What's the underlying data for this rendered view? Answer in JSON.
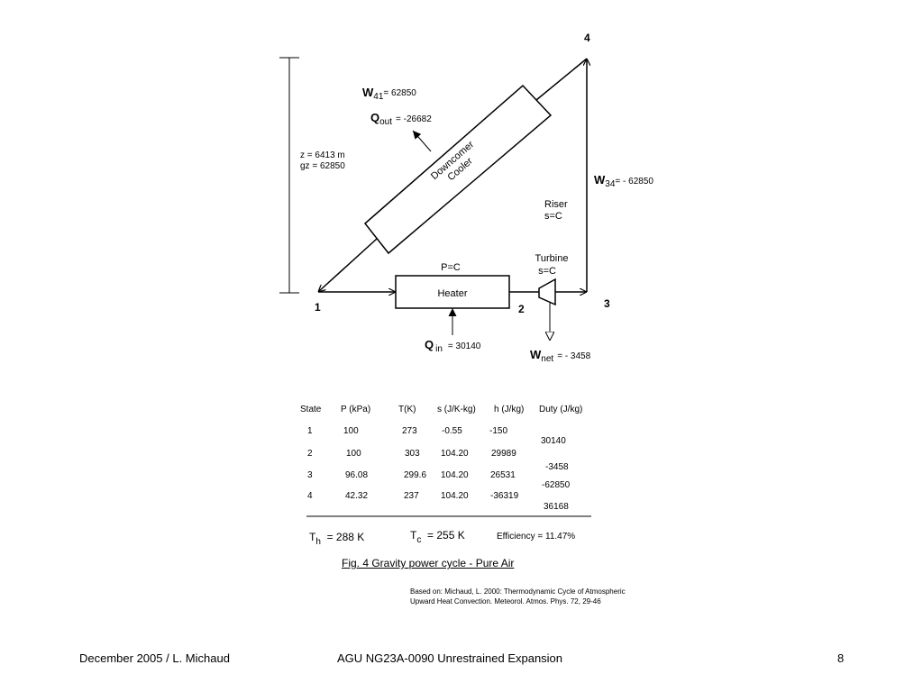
{
  "diagram": {
    "states": [
      "1",
      "2",
      "3",
      "4"
    ],
    "downcomer": {
      "line1": "Downcomer",
      "line2": "Cooler"
    },
    "heater": {
      "label": "Heater",
      "process": "P=C"
    },
    "riser": {
      "label": "Riser",
      "process": "s=C"
    },
    "turbine": {
      "label": "Turbine",
      "process": "s=C"
    },
    "height": {
      "z": "z = 6413 m",
      "gz": "gz = 62850"
    },
    "w41": {
      "sym": "W",
      "sub": "41",
      "value": "= 62850"
    },
    "qout": {
      "sym": "Q",
      "sub": "out",
      "value": "= -26682"
    },
    "w34": {
      "sym": "W",
      "sub": "34",
      "value": "= - 62850"
    },
    "qin": {
      "sym": "Q",
      "sub": "in",
      "value": "= 30140"
    },
    "wnet": {
      "sym": "W",
      "sub": "net",
      "value": "= - 3458"
    }
  },
  "table": {
    "headers": [
      "State",
      "P (kPa)",
      "T(K)",
      "s (J/K-kg)",
      "h (J/kg)",
      "Duty (J/kg)"
    ],
    "rows": [
      [
        "1",
        "100",
        "273",
        "-0.55",
        "-150"
      ],
      [
        "2",
        "100",
        "303",
        "104.20",
        "29989"
      ],
      [
        "3",
        "96.08",
        "299.6",
        "104.20",
        "26531"
      ],
      [
        "4",
        "42.32",
        "237",
        "104.20",
        "-36319"
      ]
    ],
    "duties": [
      "30140",
      "-3458",
      "-62850",
      "36168"
    ]
  },
  "temps": {
    "th_sym": "T",
    "th_sub": "h",
    "th_value": "= 288 K",
    "tc_sym": "T",
    "tc_sub": "c",
    "tc_value": "= 255 K",
    "efficiency": "Efficiency = 11.47%"
  },
  "caption": "Fig. 4  Gravity power cycle - Pure Air",
  "credit": {
    "line1": "Based on: Michaud, L. 2000:  Thermodynamic Cycle of Atmospheric",
    "line2": "Upward Heat Convection. Meteorol. Atmos. Phys. 72, 29-46"
  },
  "footer": {
    "left": "December 2005 / L. Michaud",
    "center": "AGU NG23A-0090  Unrestrained Expansion",
    "page": "8"
  }
}
